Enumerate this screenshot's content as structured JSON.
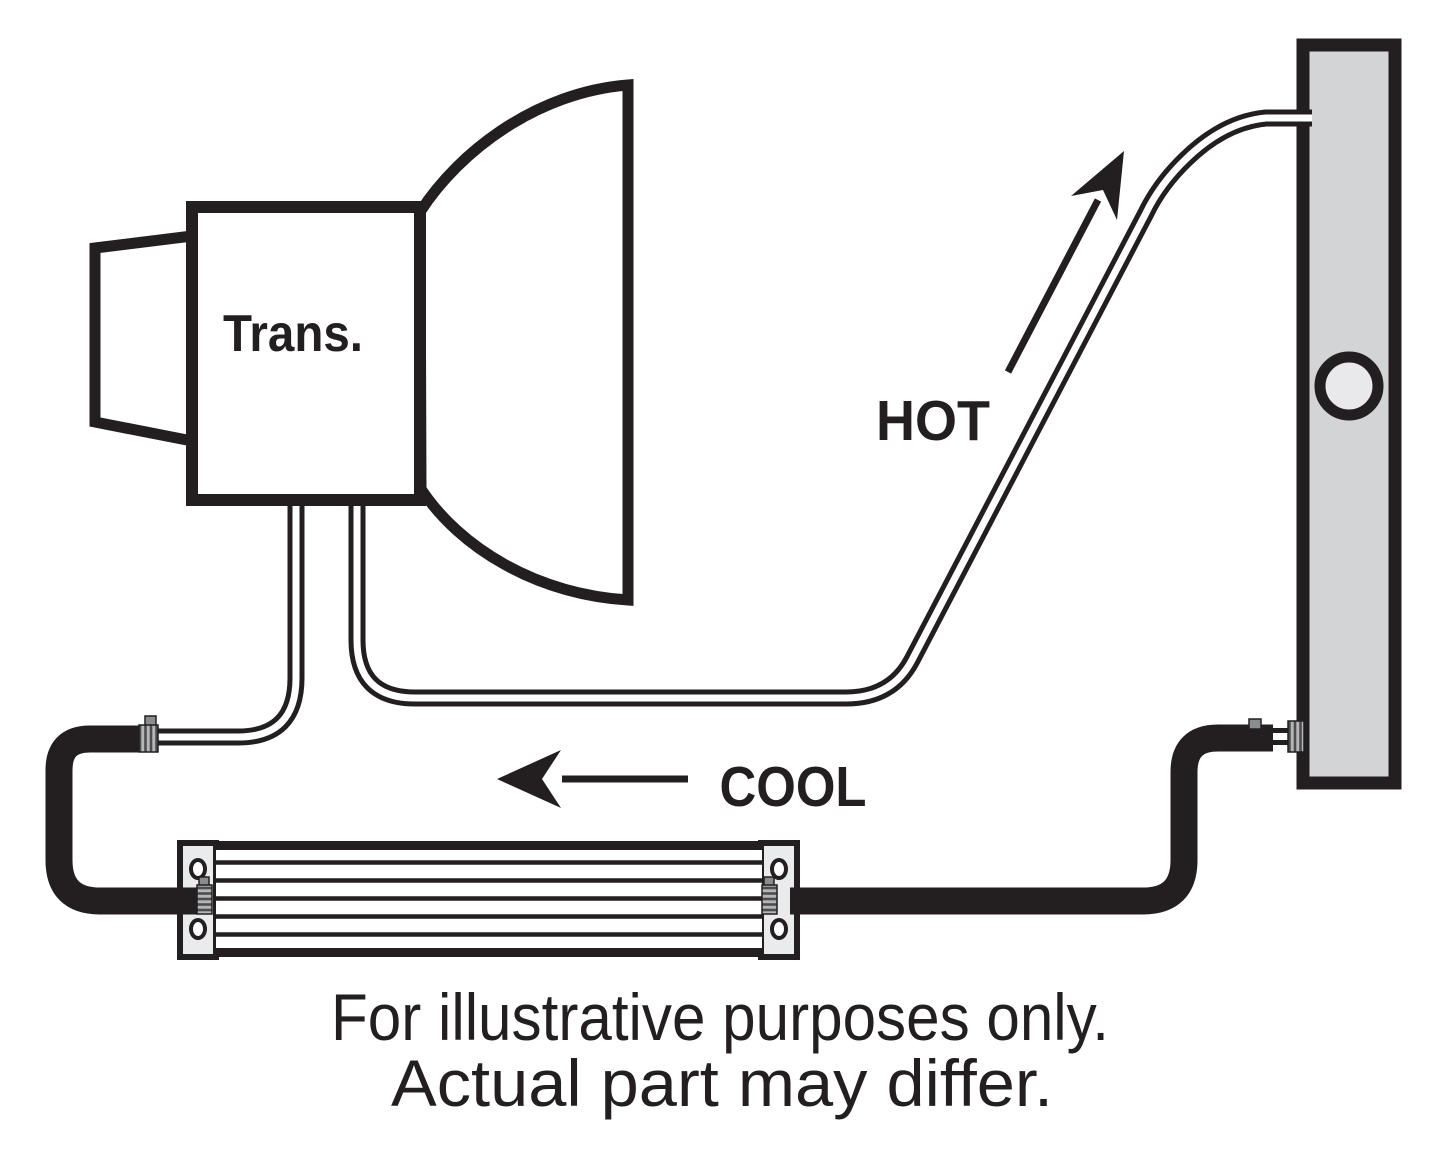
{
  "labels": {
    "transmission": "Trans.",
    "hot": "HOT",
    "cool": "COOL"
  },
  "caption": {
    "line1": "For illustrative purposes only.",
    "line2": "Actual part may differ."
  },
  "icons": {
    "hot_arrow": "diagonal-up-right-flow-arrow",
    "cool_arrow": "left-flow-arrow"
  },
  "colors": {
    "ink": "#231f20",
    "radiator_fill": "#d3d4d6",
    "radiator_cap_fill": "#e9e9eb",
    "bracket_fill": "#eaebec",
    "fitting_base": "#b4b6b8",
    "fitting_rib": "#4d4d4f",
    "nub_fill": "#8a8c8e",
    "background": "#ffffff"
  }
}
